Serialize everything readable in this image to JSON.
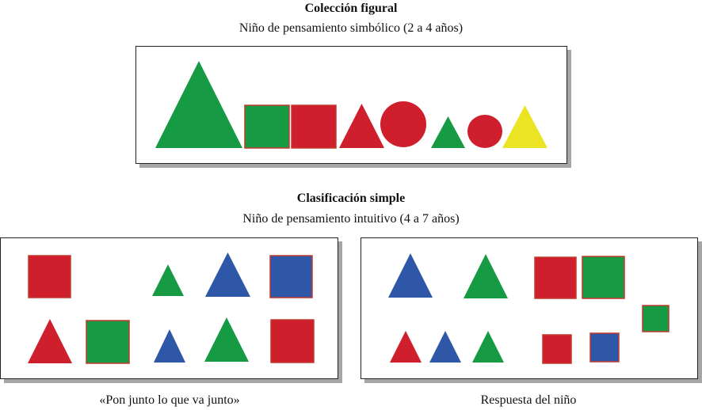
{
  "colors": {
    "green": "#169a44",
    "red": "#cf1f2c",
    "blue": "#2e57a8",
    "yellow": "#ebe423",
    "square_border": "#c23a2d"
  },
  "section1": {
    "title": "Colección figural",
    "subtitle": "Niño de pensamiento simbólico (2 a 4 años)",
    "shapes": [
      {
        "shape": "triangle",
        "color": "green"
      },
      {
        "shape": "square",
        "color": "green"
      },
      {
        "shape": "square",
        "color": "red"
      },
      {
        "shape": "triangle",
        "color": "red"
      },
      {
        "shape": "circle",
        "color": "red"
      },
      {
        "shape": "triangle",
        "color": "green"
      },
      {
        "shape": "circle",
        "color": "red"
      },
      {
        "shape": "triangle",
        "color": "yellow"
      }
    ]
  },
  "section2": {
    "title": "Clasificación simple",
    "subtitle": "Niño de pensamiento intuitivo (4 a 7 años)",
    "left_caption": "«Pon junto lo que va junto»",
    "right_caption": "Respuesta del niño",
    "left_shapes": [
      {
        "shape": "square",
        "color": "red"
      },
      {
        "shape": "triangle",
        "color": "green"
      },
      {
        "shape": "triangle",
        "color": "blue"
      },
      {
        "shape": "square",
        "color": "blue"
      },
      {
        "shape": "triangle",
        "color": "red"
      },
      {
        "shape": "square",
        "color": "green"
      },
      {
        "shape": "triangle",
        "color": "blue"
      },
      {
        "shape": "triangle",
        "color": "green"
      },
      {
        "shape": "square",
        "color": "red"
      }
    ],
    "right_shapes": [
      {
        "shape": "triangle",
        "color": "blue"
      },
      {
        "shape": "triangle",
        "color": "green"
      },
      {
        "shape": "square",
        "color": "red"
      },
      {
        "shape": "square",
        "color": "green"
      },
      {
        "shape": "square",
        "color": "green"
      },
      {
        "shape": "triangle",
        "color": "red"
      },
      {
        "shape": "triangle",
        "color": "blue"
      },
      {
        "shape": "triangle",
        "color": "green"
      },
      {
        "shape": "square",
        "color": "red"
      },
      {
        "shape": "square",
        "color": "blue"
      }
    ]
  }
}
